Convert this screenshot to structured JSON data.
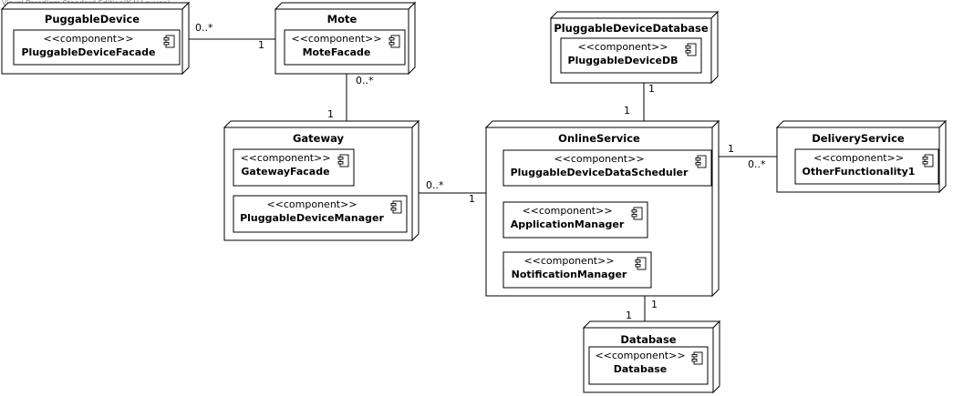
{
  "watermark": "Visual Paradigm Standard Edition(K.U.Leuven)",
  "stereotype": "<<component>>",
  "nodes": {
    "puggable_device": {
      "title": "PuggableDevice",
      "components": [
        {
          "name": "PluggableDeviceFacade"
        }
      ]
    },
    "mote": {
      "title": "Mote",
      "components": [
        {
          "name": "MoteFacade"
        }
      ]
    },
    "pluggable_device_database": {
      "title": "PluggableDeviceDatabase",
      "components": [
        {
          "name": "PluggableDeviceDB"
        }
      ]
    },
    "gateway": {
      "title": "Gateway",
      "components": [
        {
          "name": "GatewayFacade"
        },
        {
          "name": "PluggableDeviceManager"
        }
      ]
    },
    "online_service": {
      "title": "OnlineService",
      "components": [
        {
          "name": "PluggableDeviceDataScheduler"
        },
        {
          "name": "ApplicationManager"
        },
        {
          "name": "NotificationManager"
        }
      ]
    },
    "delivery_service": {
      "title": "DeliveryService",
      "components": [
        {
          "name": "OtherFunctionality1"
        }
      ]
    },
    "database": {
      "title": "Database",
      "components": [
        {
          "name": "Database"
        }
      ]
    }
  },
  "associations": [
    {
      "from": "PuggableDevice",
      "to": "Mote",
      "from_multiplicity": "0..*",
      "to_multiplicity": "1"
    },
    {
      "from": "Mote",
      "to": "Gateway",
      "from_multiplicity": "0..*",
      "to_multiplicity": "1"
    },
    {
      "from": "Gateway",
      "to": "OnlineService",
      "from_multiplicity": "0..*",
      "to_multiplicity": "1"
    },
    {
      "from": "PluggableDeviceDatabase",
      "to": "OnlineService",
      "from_multiplicity": "1",
      "to_multiplicity": "1"
    },
    {
      "from": "OnlineService",
      "to": "DeliveryService",
      "from_multiplicity": "1",
      "to_multiplicity": "0..*"
    },
    {
      "from": "OnlineService",
      "to": "Database",
      "from_multiplicity": "1",
      "to_multiplicity": "1"
    }
  ]
}
